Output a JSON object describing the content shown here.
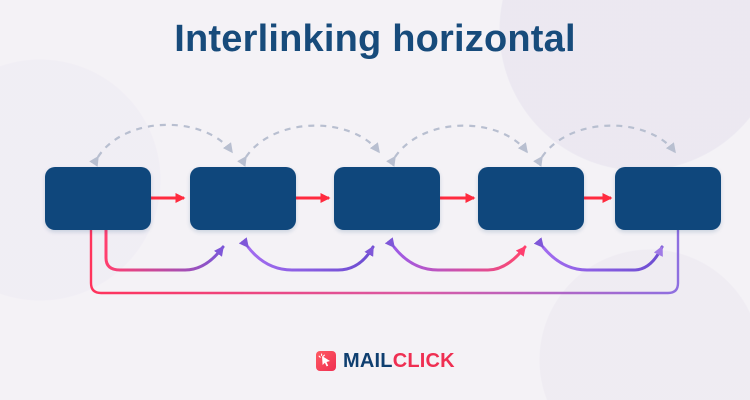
{
  "header": {
    "title": "Interlinking horizontal"
  },
  "brand": {
    "part1": "MAIL",
    "part2": "CLICK"
  },
  "colors": {
    "node": "#0f477c",
    "title": "#174b7b",
    "forward_arrow": "#ff2b3f",
    "backlink_gradient_start": "#ff3f6f",
    "backlink_gradient_end": "#7a56d6",
    "dashed_arc": "#b8bfd0",
    "brand_mail": "#0f3f70",
    "brand_click": "#ef2f52"
  },
  "icons": {
    "logo": "cursor-logo-icon"
  }
}
